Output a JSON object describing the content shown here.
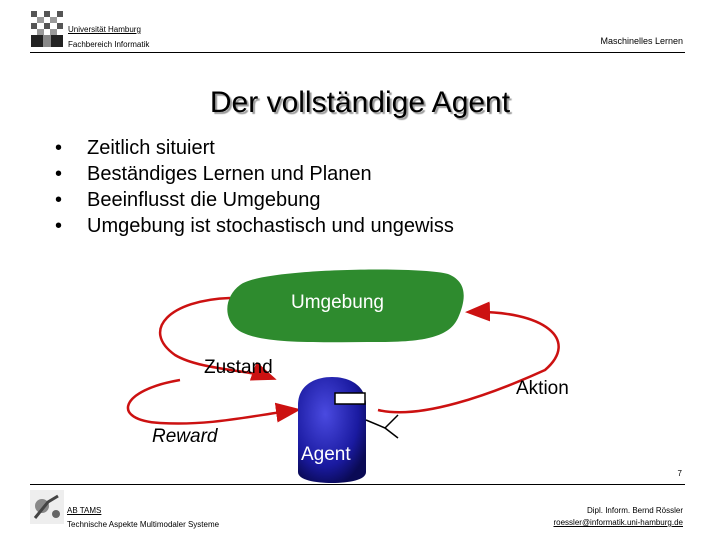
{
  "header": {
    "university_link": "Universität Hamburg",
    "department": "Fachbereich Informatik",
    "course": "Maschinelles Lernen",
    "logo_icon": "university-logo-icon"
  },
  "slide": {
    "title": "Der vollständige Agent",
    "bullets": [
      "Zeitlich situiert",
      "Beständiges Lernen und Planen",
      "Beeinflusst die Umgebung",
      "Umgebung ist stochastisch und ungewiss"
    ],
    "bullet_symbol": "•"
  },
  "diagram": {
    "environment_label": "Umgebung",
    "state_label": "Zustand",
    "action_label": "Aktion",
    "reward_label": "Reward",
    "agent_label": "Agent",
    "colors": {
      "environment": "#2e8b2e",
      "arrows": "#cc1111",
      "agent": "#1a1aa0"
    }
  },
  "footer": {
    "page_number": "7",
    "group_link": "AB TAMS",
    "group_desc": "Technische Aspekte Multimodaler Systeme",
    "author": "Dipl. Inform. Bernd Rössler",
    "email": "roessler@informatik.uni-hamburg.de",
    "logo_icon": "tams-logo-icon"
  }
}
